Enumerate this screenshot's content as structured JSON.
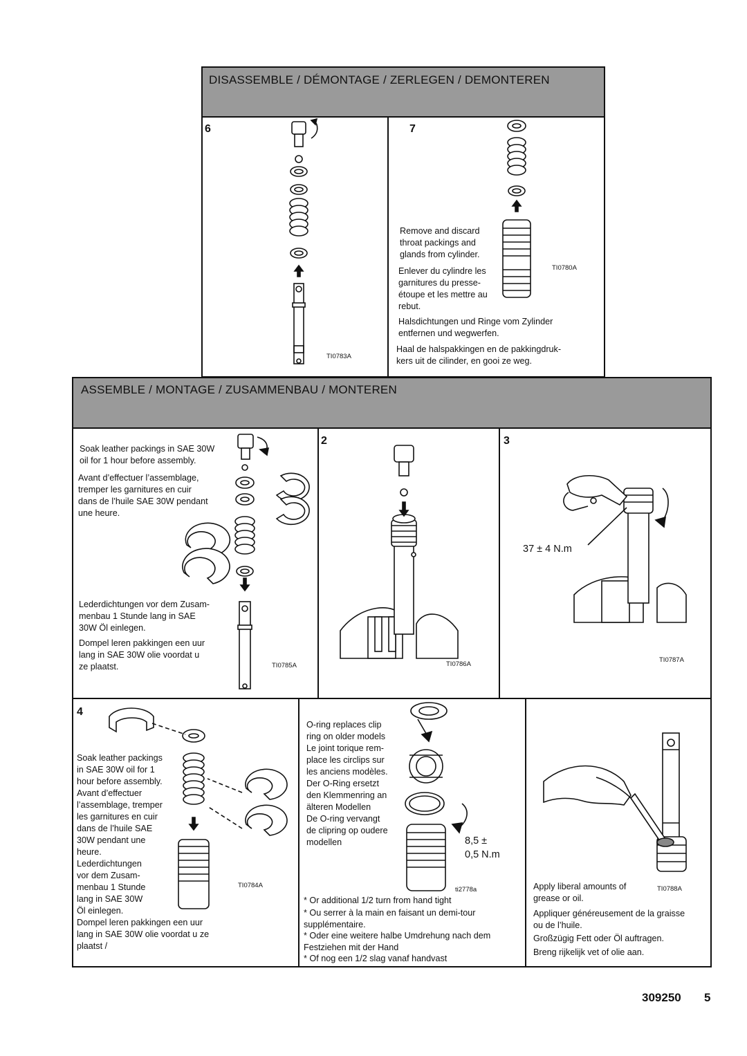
{
  "disassemble": {
    "title": "DISASSEMBLE   / DÉMONTAGE / ZERLEGEN / DEMONTEREN",
    "step6": {
      "number": "6",
      "figure_id": "TI0783A"
    },
    "step7": {
      "number": "7",
      "figure_id": "TI0780A",
      "text_en": "Remove and discard\nthroat packings and\nglands from cylinder.",
      "text_fr": "Enlever du cylindre les\ngarnitures du presse-\nétoupe et les mettre au\nrebut.",
      "text_de": "Halsdichtungen und Ringe vom Zylinder\nentfernen und wegwerfen.",
      "text_nl": "Haal de halspakkingen en de pakkingdruk-\nkers uit de cilinder, en gooi ze weg."
    }
  },
  "assemble": {
    "title": "ASSEMBLE / MONTAGE / ZUSAMMENBAU / MONTEREN",
    "step1": {
      "figure_id": "TI0785A",
      "text_en": "Soak leather packings in SAE 30W\noil for 1 hour before assembly.",
      "text_fr": "Avant d’effectuer l’assemblage,\ntremper les garnitures en cuir\ndans de l’huile SAE 30W pendant\nune heure.",
      "text_de": "Lederdichtungen vor dem Zusam-\nmenbau 1 Stunde lang in SAE\n30W Öl einlegen.",
      "text_nl": "Dompel leren pakkingen een uur\nlang in SAE 30W olie voordat u\nze plaatst."
    },
    "step2": {
      "number": "2",
      "figure_id": "TI0786A"
    },
    "step3": {
      "number": "3",
      "figure_id": "TI0787A",
      "torque": "37  ± 4 N.m"
    },
    "step4": {
      "number": "4",
      "figure_id": "TI0784A",
      "text": "Soak leather packings\nin SAE 30W oil for 1\nhour before assembly.\nAvant d’effectuer\nl’assemblage, tremper\nles garnitures en cuir\ndans de l’huile SAE\n30W pendant une\nheure.\nLederdichtungen\nvor dem Zusam-\nmenbau 1 Stunde\nlang in SAE 30W\nÖl einlegen.\nDompel leren pakkingen een uur\nlang in SAE 30W olie voordat u ze\nplaatst /"
    },
    "step5": {
      "figure_id": "ti2778a",
      "text": "O-ring replaces clip\nring on older models\nLe joint torique rem-\nplace les circlips sur\nles anciens modèles.\nDer O-Ring ersetzt\nden Klemmenring an\nälteren Modellen\nDe O-ring vervangt\nde clipring op oudere\nmodellen",
      "torque": "8,5  ±\n0,5 N.m",
      "notes": [
        "* Or additional 1/2 turn from hand tight",
        "* Ou serrer à la main en faisant un demi-tour\n   supplémentaire.",
        "* Oder eine weitere halbe Umdrehung nach dem\n   Festziehen mit der Hand",
        "* Of nog een 1/2 slag vanaf handvast"
      ]
    },
    "step6": {
      "figure_id": "TI0788A",
      "text_en": "Apply liberal amounts of\ngrease or oil.",
      "text_fr": "Appliquer généreusement de la graisse\nou de l’huile.",
      "text_de": "Großzügig Fett oder Öl auftragen.",
      "text_nl": "Breng rijkelijk vet of olie aan."
    }
  },
  "footer": {
    "doc_number": "309250",
    "page_number": "5"
  }
}
